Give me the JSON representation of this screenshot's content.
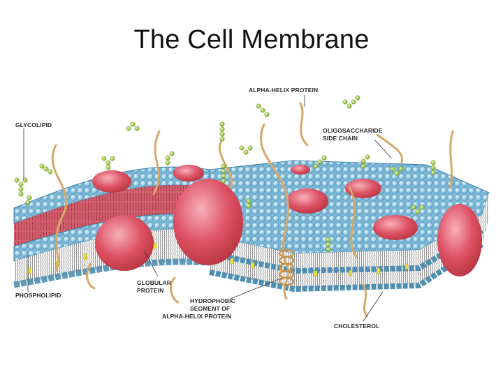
{
  "slide": {
    "title": "The Cell Membrane"
  },
  "diagram": {
    "labels": {
      "glycolipid": "GLYCOLIPID",
      "alpha_helix_protein": "ALPHA-HELIX PROTEIN",
      "oligosaccharide_1": "OLIGOSACCHARIDE",
      "oligosaccharide_2": "SIDE CHAIN",
      "phospholipid": "PHOSPHOLIPID",
      "globular_1": "GLOBULAR",
      "globular_2": "PROTEIN",
      "hydrophobic_1": "HYDROPHOBIC",
      "hydrophobic_2": "SEGMENT OF",
      "hydrophobic_3": "ALPHA-HELIX PROTEIN",
      "cholesterol": "CHOLESTEROL"
    },
    "colors": {
      "lipid_head": "#9fd1ea",
      "lipid_head_edge": "#4e8fb3",
      "protein": "#d94a5c",
      "protein_light": "#f39aa6",
      "helix_strand": "#d8a86a",
      "sugar_bead": "#a9d44a",
      "cholesterol": "#f2e13a",
      "interior": "#c7505f"
    }
  }
}
